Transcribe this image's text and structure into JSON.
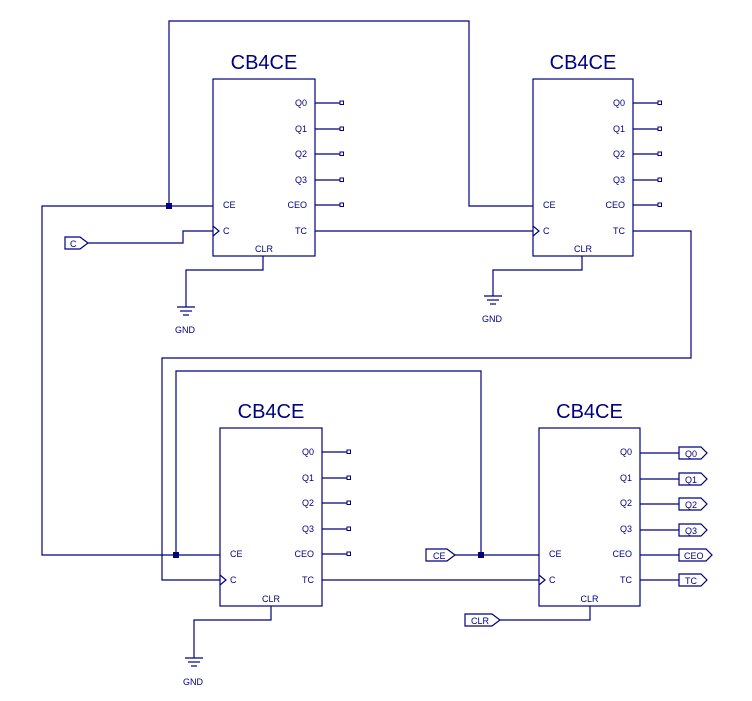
{
  "blocks": [
    {
      "type": "CB4CE",
      "inputs": [
        "CE",
        "C"
      ],
      "outputs": [
        "Q0",
        "Q1",
        "Q2",
        "Q3",
        "CEO",
        "TC"
      ],
      "bottom": "CLR"
    },
    {
      "type": "CB4CE",
      "inputs": [
        "CE",
        "C"
      ],
      "outputs": [
        "Q0",
        "Q1",
        "Q2",
        "Q3",
        "CEO",
        "TC"
      ],
      "bottom": "CLR"
    },
    {
      "type": "CB4CE",
      "inputs": [
        "CE",
        "C"
      ],
      "outputs": [
        "Q0",
        "Q1",
        "Q2",
        "Q3",
        "CEO",
        "TC"
      ],
      "bottom": "CLR"
    },
    {
      "type": "CB4CE",
      "inputs": [
        "CE",
        "C"
      ],
      "outputs": [
        "Q0",
        "Q1",
        "Q2",
        "Q3",
        "CEO",
        "TC"
      ],
      "bottom": "CLR"
    }
  ],
  "ports": {
    "clock_in": "C",
    "ce_in": "CE",
    "clr_in": "CLR",
    "outputs": [
      "Q0",
      "Q1",
      "Q2",
      "Q3",
      "CEO",
      "TC"
    ]
  },
  "ground_label": "GND",
  "colors": {
    "wire": "#000080",
    "background": "#ffffff"
  }
}
